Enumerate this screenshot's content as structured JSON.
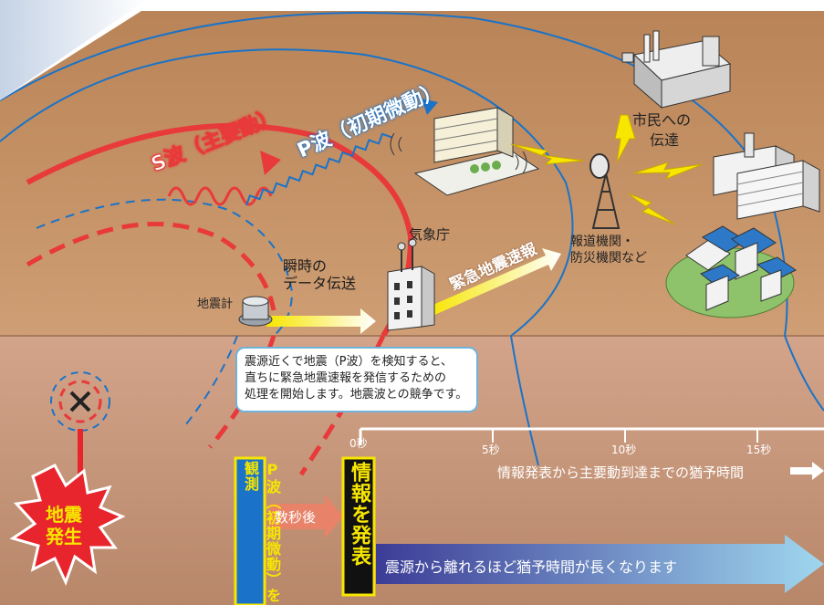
{
  "wave_labels": {
    "s_wave": "S波（主要動）",
    "p_wave": "P波（初期微動）"
  },
  "places": {
    "jma": "気象庁",
    "seismometer": "地震計",
    "instant_transfer": "瞬時の\nデータ伝送",
    "media_line1": "報道機関・",
    "media_line2": "防災機関など",
    "citizens_line1": "市民への",
    "citizens_line2": "伝達"
  },
  "arrows": {
    "eew": "緊急地震速報",
    "seconds_later": "数秒後"
  },
  "bubble": {
    "line1": "震源近くで地震（P波）を検知すると、",
    "line2": "直ちに緊急地震速報を発信するための",
    "line3": "処理を開始します。地震波との競争です。"
  },
  "timeline": {
    "ticks": [
      "0秒",
      "5秒",
      "10秒",
      "15秒"
    ],
    "caption": "情報発表から主要動到達までの猶予時間",
    "bottom_caption": "震源から離れるほど猶予時間が長くなります"
  },
  "events": {
    "quake_line1": "地震",
    "quake_line2": "発生",
    "p_observed": "P波（初期微動）を観測",
    "info_release": "情報を発表"
  },
  "colors": {
    "ground_surface": "#c9976c",
    "underground": "#c9977a",
    "s_wave": "#e83a3a",
    "p_wave": "#1a73c8",
    "accent_yellow": "#f7e600",
    "quake_burst": "#e8242c"
  }
}
